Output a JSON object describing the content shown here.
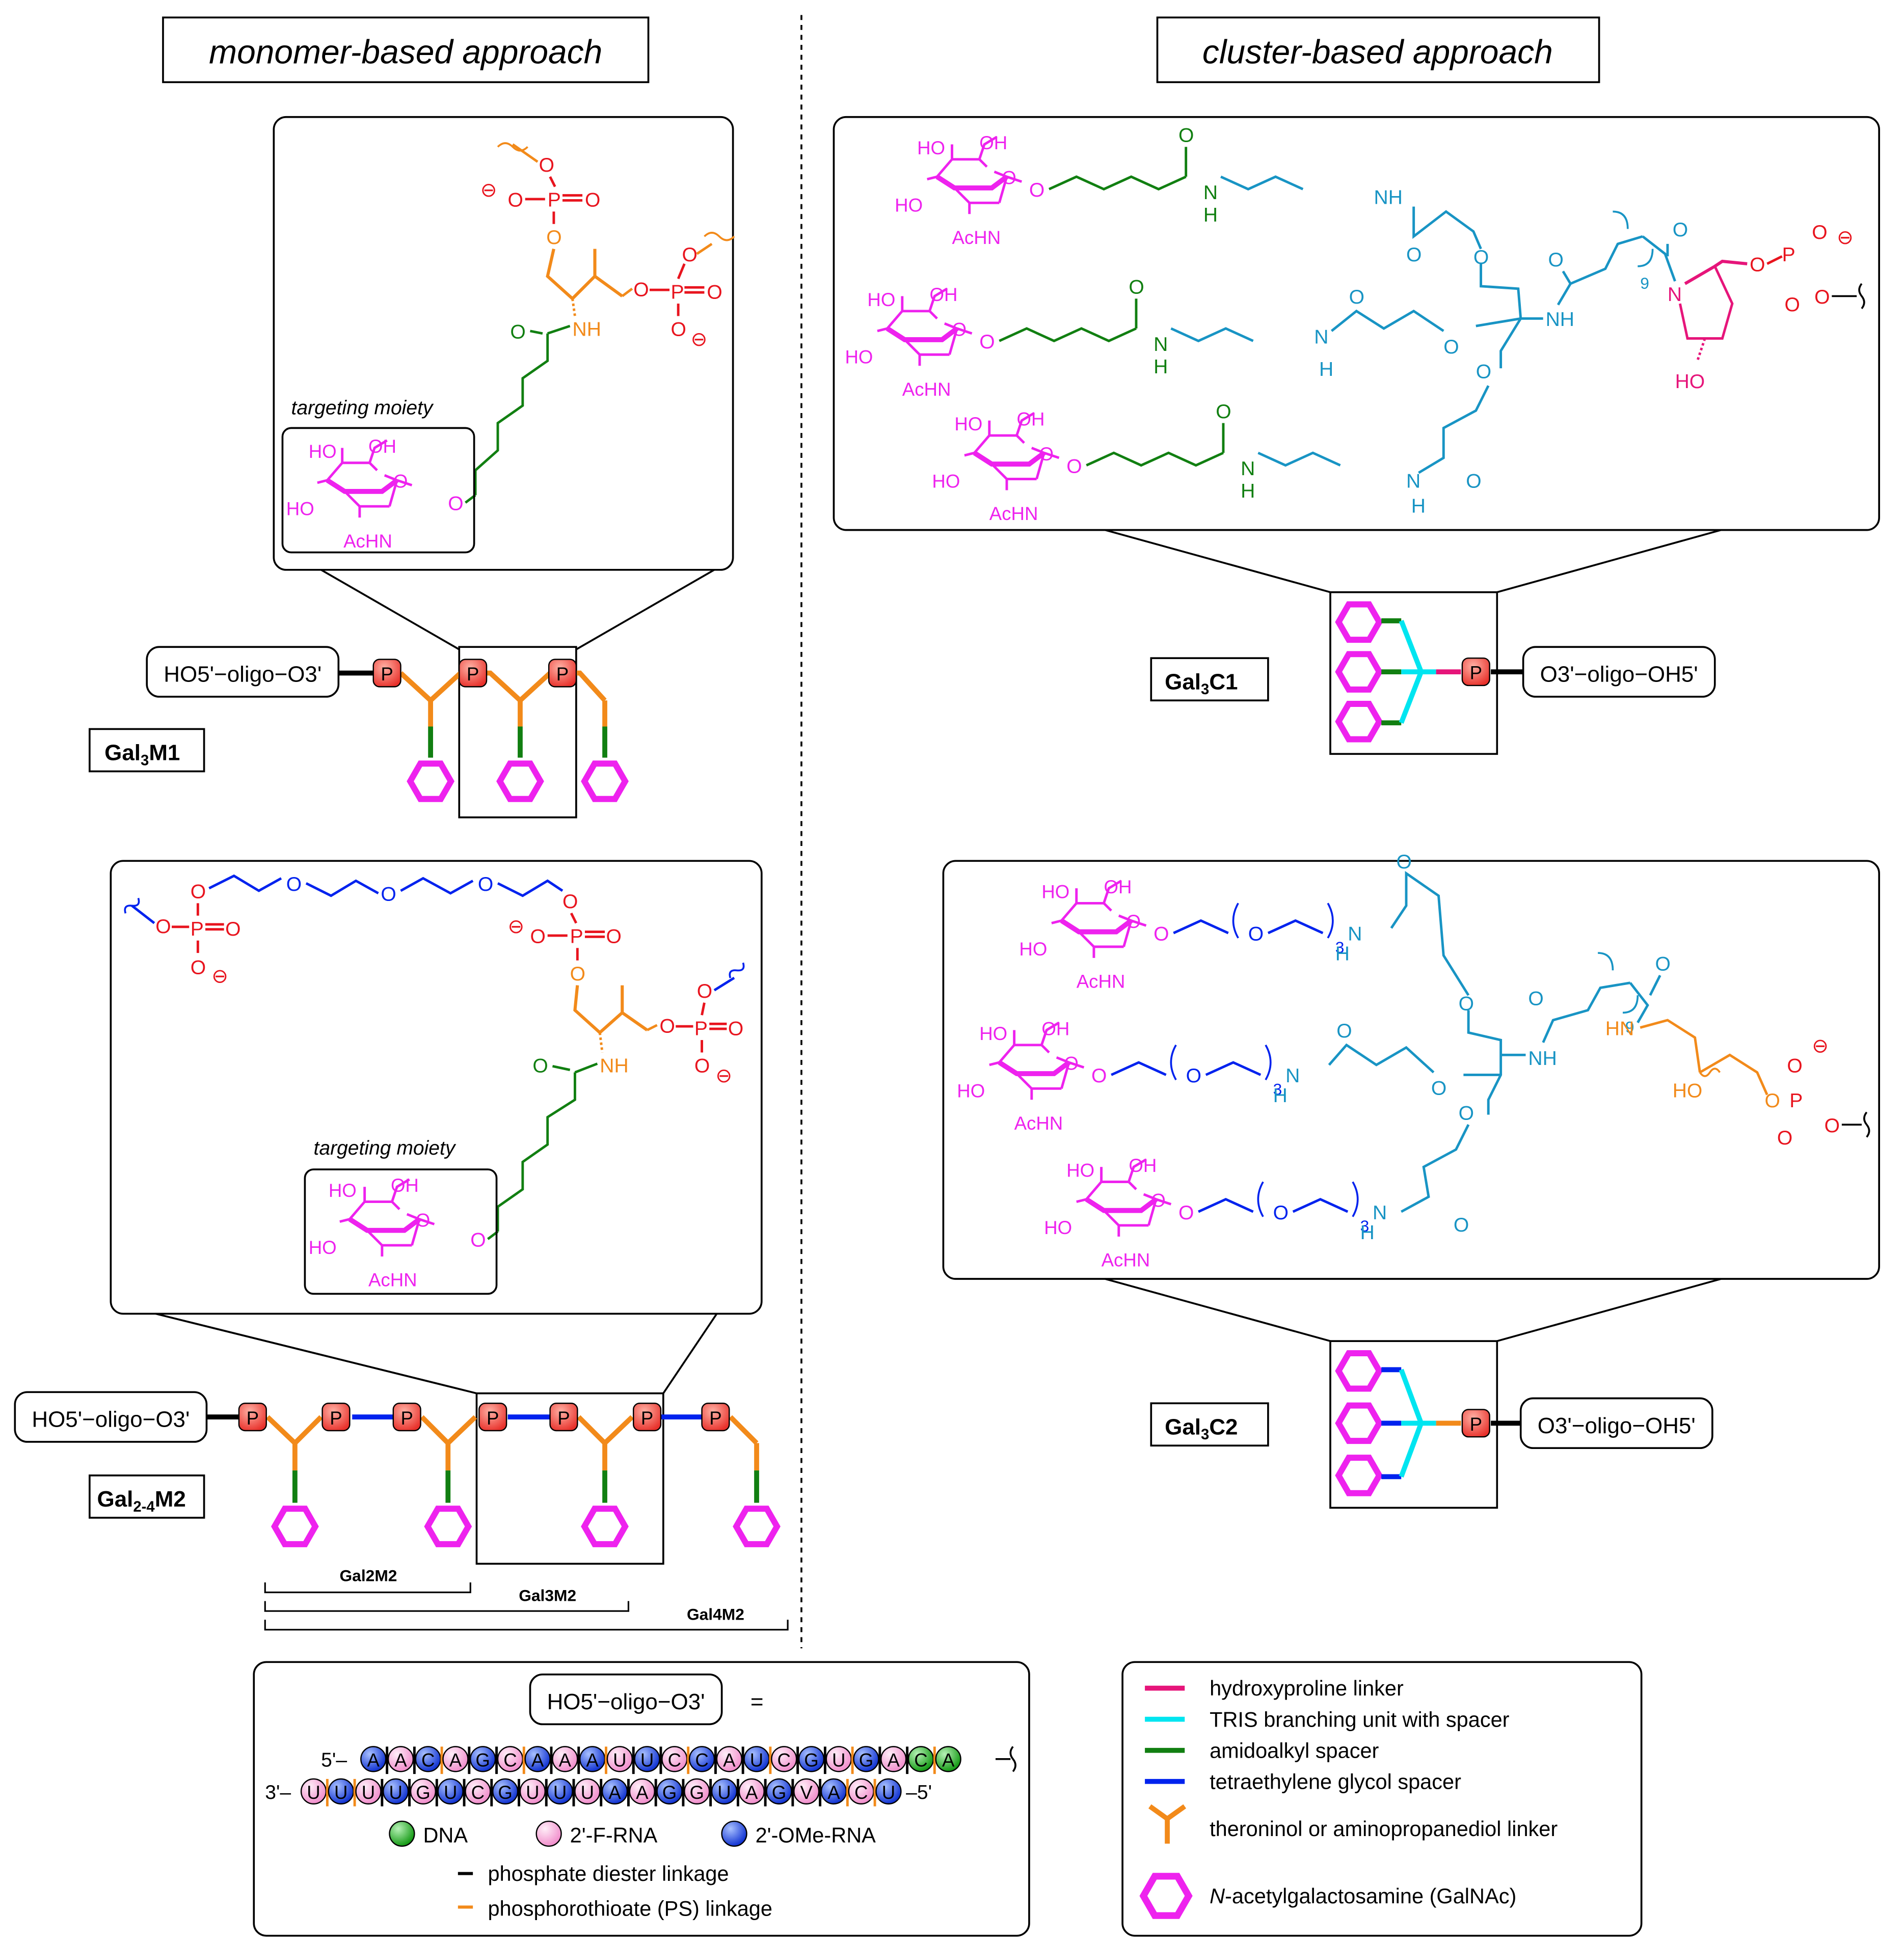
{
  "headers": {
    "left": "monomer-based approach",
    "right": "cluster-based approach"
  },
  "labels": {
    "targeting": "targeting moiety",
    "gal3m1": "Gal",
    "gal3m1_sub": "3",
    "gal3m1_tail": "M1",
    "gal24m2": "Gal",
    "gal24m2_sub": "2-4",
    "gal24m2_tail": "M2",
    "gal3c1": "Gal",
    "gal3c1_sub": "3",
    "gal3c1_tail": "C1",
    "gal3c2": "Gal",
    "gal3c2_sub": "3",
    "gal3c2_tail": "C2",
    "gal2m2": "Gal2M2",
    "gal3m2": "Gal3M2",
    "gal4m2": "Gal4M2",
    "oligo_left": "HO5'−oligo−O3'",
    "oligo_right": "O3'−oligo−OH5'",
    "equals": "="
  },
  "chem": {
    "HO": "HO",
    "OH": "OH",
    "AcHN": "AcHN",
    "O": "O",
    "P": "P",
    "NH": "NH",
    "N": "N",
    "H": "H",
    "HN": "HN",
    "minus": "⊖",
    "nine": "9",
    "three": "3"
  },
  "sequence": {
    "top_prefix": "5'–",
    "bottom_prefix": "3'–",
    "bottom_suffix": "–5'",
    "top": [
      "A",
      "A",
      "C",
      "A",
      "G",
      "C",
      "A",
      "A",
      "A",
      "U",
      "U",
      "C",
      "C",
      "A",
      "U",
      "C",
      "G",
      "U",
      "G",
      "A",
      "C",
      "A"
    ],
    "top_types": [
      "O",
      "F",
      "O",
      "F",
      "O",
      "F",
      "O",
      "F",
      "O",
      "F",
      "O",
      "F",
      "O",
      "F",
      "O",
      "F",
      "O",
      "F",
      "O",
      "F",
      "D",
      "D"
    ],
    "bottom": [
      "U",
      "U",
      "U",
      "U",
      "G",
      "U",
      "C",
      "G",
      "U",
      "U",
      "U",
      "A",
      "A",
      "G",
      "G",
      "U",
      "A",
      "G",
      "V",
      "A",
      "C",
      "U"
    ],
    "bottom_types": [
      "F",
      "O",
      "F",
      "O",
      "F",
      "O",
      "F",
      "O",
      "F",
      "O",
      "F",
      "O",
      "F",
      "O",
      "F",
      "O",
      "F",
      "O",
      "F",
      "O",
      "F",
      "O"
    ]
  },
  "sequence_legend": {
    "dna": "DNA",
    "f_rna": "2'-F-RNA",
    "ome_rna": "2'-OMe-RNA",
    "po": "phosphate diester linkage",
    "ps": "phosphorothioate (PS) linkage"
  },
  "legend": [
    {
      "label": "hydroxyproline linker",
      "color": "#e6157a"
    },
    {
      "label": "TRIS branching unit with spacer",
      "color": "#00e5f0"
    },
    {
      "label": "amidoalkyl spacer",
      "color": "#117f11"
    },
    {
      "label": "tetraethylene glycol spacer",
      "color": "#0022ee"
    },
    {
      "label": "theroninol or aminopropanediol linker",
      "color": "#f28a1a"
    },
    {
      "label": "N-acetylgalactosamine (GalNAc)",
      "color": "#ee22ee"
    }
  ],
  "colors": {
    "magenta": "#ee22ee",
    "green": "#117f11",
    "teal": "#1894c4",
    "red": "#e8141e",
    "orange": "#f28a1a",
    "blue": "#0022ee",
    "pink": "#e6157a",
    "cyan": "#00e5f0"
  }
}
